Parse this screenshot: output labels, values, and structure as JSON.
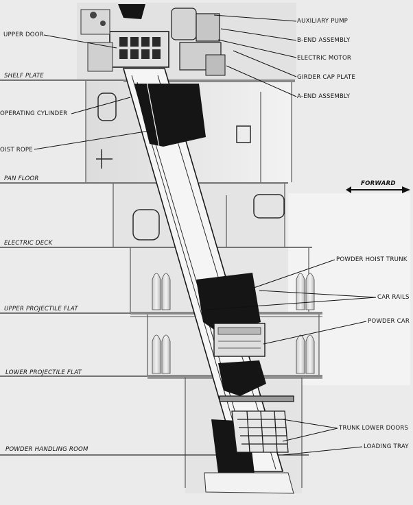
{
  "diagram": {
    "labels": {
      "auxiliary_pump": "AUXILIARY PUMP",
      "b_end_assembly": "B-END ASSEMBLY",
      "electric_motor": "ELECTRIC MOTOR",
      "girder_cap_plate": "GIRDER CAP PLATE",
      "a_end_assembly": "A-END ASSEMBLY",
      "upper_door": "UPPER DOOR",
      "operating_cylinder": "OPERATING CYLINDER",
      "hoist_rope": "OIST ROPE",
      "powder_hoist_trunk": "POWDER HOIST TRUNK",
      "car_rails": "CAR RAILS",
      "powder_car": "POWDER CAR",
      "trunk_lower_doors": "TRUNK LOWER DOORS",
      "loading_tray": "LOADING TRAY",
      "forward": "FORWARD"
    },
    "decks": {
      "shelf_plate": "SHELF PLATE",
      "pan_floor": "PAN FLOOR",
      "electric_deck": "ELECTRIC DECK",
      "upper_projectile_flat": "UPPER PROJECTILE FLAT",
      "lower_projectile_flat": "LOWER PROJECTILE FLAT",
      "powder_handling_room": "POWDER HANDLING ROOM"
    }
  },
  "colors": {
    "background": "#ebebeb",
    "line": "#1a1a1a",
    "dark_fill": "#161616",
    "trunk_fill": "#f4f4f4",
    "shade": "#cfcfcf"
  }
}
